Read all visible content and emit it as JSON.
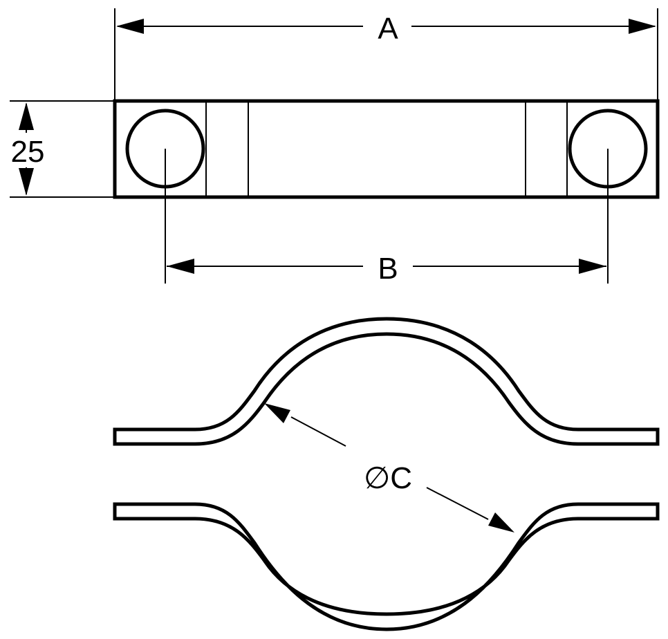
{
  "diagram": {
    "labels": {
      "dim_a": "A",
      "dim_b": "B",
      "dim_height": "25",
      "dim_diameter": "∅C"
    },
    "colors": {
      "line": "#000000",
      "background": "#ffffff"
    }
  }
}
